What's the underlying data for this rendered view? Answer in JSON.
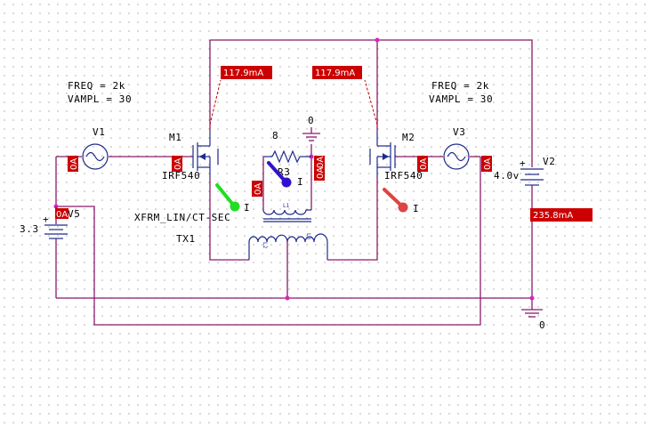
{
  "schematic": {
    "source_left": {
      "freq_label": "FREQ = 2k",
      "vampl_label": "VAMPL = 30",
      "name": "V1",
      "current": "0A"
    },
    "source_right": {
      "freq_label": "FREQ = 2k",
      "vampl_label": "VAMPL = 30",
      "name": "V3",
      "current": "0A"
    },
    "mosfet_left": {
      "name": "M1",
      "model": "IRF540",
      "gate_current": "0A",
      "drain_current": "117.9mA"
    },
    "mosfet_right": {
      "name": "M2",
      "model": "IRF540",
      "gate_current": "0A",
      "drain_current": "117.9mA"
    },
    "load": {
      "name": "R3",
      "value": "8",
      "current_left": "0A",
      "current_right": "0A"
    },
    "transformer": {
      "model": "XFRM_LIN/CT-SEC",
      "name": "TX1",
      "primary_label": "L1",
      "secondary_label_1": "L2",
      "secondary_label_2": "L3",
      "tap_current": "0A"
    },
    "battery_left": {
      "value": "3.3",
      "name": "V5",
      "current": "0A"
    },
    "battery_right": {
      "value": "4.0v",
      "name": "V2",
      "current": "235.8mA"
    },
    "ground_top": {
      "label": "0"
    },
    "ground_right": {
      "label": "0"
    },
    "colors": {
      "wire": "#8b1a6b",
      "component": "#1f2a8c",
      "current_tag": "#cc0000",
      "probe_green": "#22dd22",
      "probe_blue": "#3311cc",
      "probe_red": "#dd4444"
    }
  }
}
